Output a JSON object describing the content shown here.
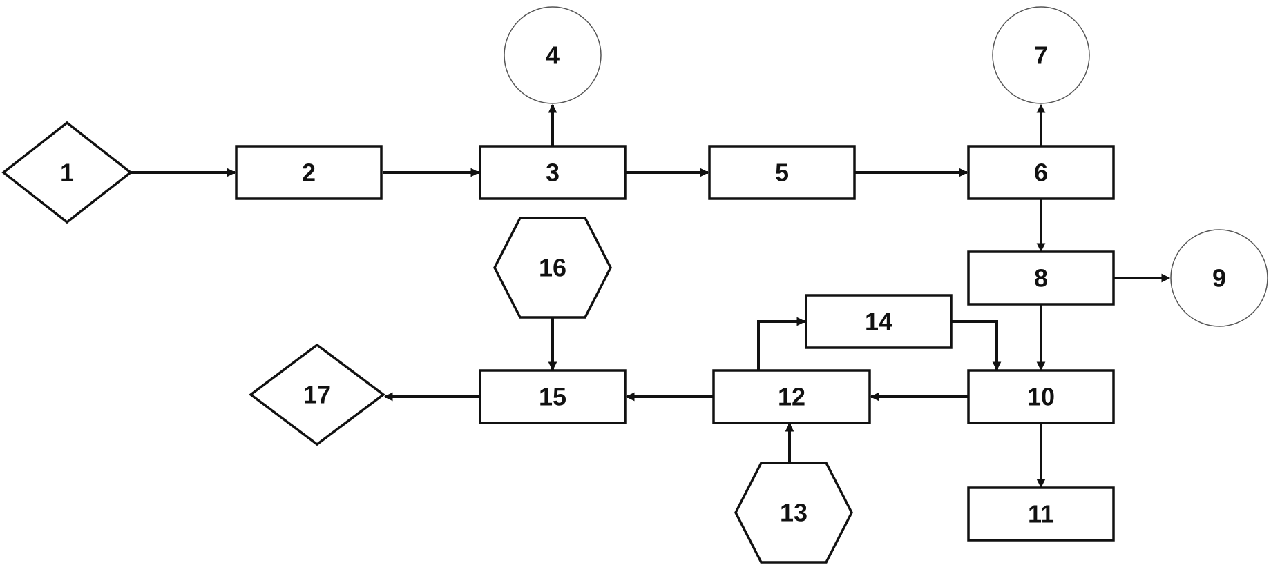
{
  "diagram": {
    "colors": {
      "stroke": "#111111",
      "background": "#ffffff",
      "circle_stroke": "#555555"
    },
    "nodes": [
      {
        "id": "n1",
        "label": "1",
        "shape": "diamond"
      },
      {
        "id": "n2",
        "label": "2",
        "shape": "rect"
      },
      {
        "id": "n3",
        "label": "3",
        "shape": "rect"
      },
      {
        "id": "n4",
        "label": "4",
        "shape": "circle"
      },
      {
        "id": "n5",
        "label": "5",
        "shape": "rect"
      },
      {
        "id": "n6",
        "label": "6",
        "shape": "rect"
      },
      {
        "id": "n7",
        "label": "7",
        "shape": "circle"
      },
      {
        "id": "n8",
        "label": "8",
        "shape": "rect"
      },
      {
        "id": "n9",
        "label": "9",
        "shape": "circle"
      },
      {
        "id": "n10",
        "label": "10",
        "shape": "rect"
      },
      {
        "id": "n11",
        "label": "11",
        "shape": "rect"
      },
      {
        "id": "n12",
        "label": "12",
        "shape": "rect"
      },
      {
        "id": "n13",
        "label": "13",
        "shape": "hexagon"
      },
      {
        "id": "n14",
        "label": "14",
        "shape": "rect"
      },
      {
        "id": "n15",
        "label": "15",
        "shape": "rect"
      },
      {
        "id": "n16",
        "label": "16",
        "shape": "hexagon"
      },
      {
        "id": "n17",
        "label": "17",
        "shape": "diamond"
      }
    ],
    "edges": [
      {
        "from": "n1",
        "to": "n2"
      },
      {
        "from": "n2",
        "to": "n3"
      },
      {
        "from": "n3",
        "to": "n4"
      },
      {
        "from": "n3",
        "to": "n5"
      },
      {
        "from": "n5",
        "to": "n6"
      },
      {
        "from": "n6",
        "to": "n7"
      },
      {
        "from": "n6",
        "to": "n8"
      },
      {
        "from": "n8",
        "to": "n9"
      },
      {
        "from": "n8",
        "to": "n10"
      },
      {
        "from": "n10",
        "to": "n11"
      },
      {
        "from": "n10",
        "to": "n12"
      },
      {
        "from": "n12",
        "to": "n14"
      },
      {
        "from": "n14",
        "to": "n10"
      },
      {
        "from": "n13",
        "to": "n12"
      },
      {
        "from": "n12",
        "to": "n15"
      },
      {
        "from": "n16",
        "to": "n15"
      },
      {
        "from": "n15",
        "to": "n17"
      }
    ]
  }
}
